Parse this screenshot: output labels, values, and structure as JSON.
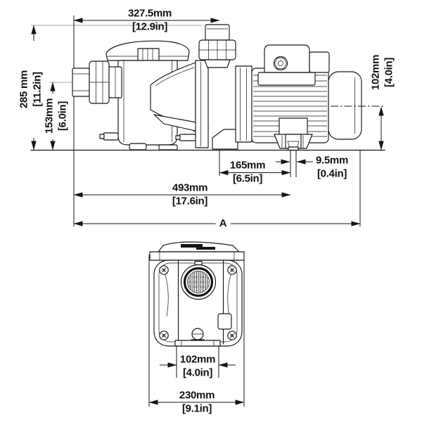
{
  "drawing": {
    "type": "pump dimensional drawing",
    "colors": {
      "line": "#151515",
      "background": "#ffffff",
      "extension_line": "#8a8a8a"
    }
  },
  "side_view": {
    "dim_width_to_discharge": {
      "mm": "327.5mm",
      "in": "[12.9in]"
    },
    "dim_overall_height": {
      "mm": "285 mm",
      "in": "[11.2in]"
    },
    "dim_inlet_centerline_height": {
      "mm": "153mm",
      "in": "[6.0in]"
    },
    "dim_shaft_centerline_height": {
      "mm": "102mm",
      "in": "[4.0in]"
    },
    "dim_foot_to_slot": {
      "mm": "165mm",
      "in": "[6.5in]"
    },
    "dim_slot_width": {
      "mm": "9.5mm",
      "in": "[0.4in]"
    },
    "dim_inlet_to_slot_length": {
      "mm": "493mm",
      "in": "[17.6in]"
    },
    "dim_overall_length_label": "A"
  },
  "front_view": {
    "dim_foot_spacing": {
      "mm": "102mm",
      "in": "[4.0in]"
    },
    "dim_overall_width": {
      "mm": "230mm",
      "in": "[9.1in]"
    }
  }
}
